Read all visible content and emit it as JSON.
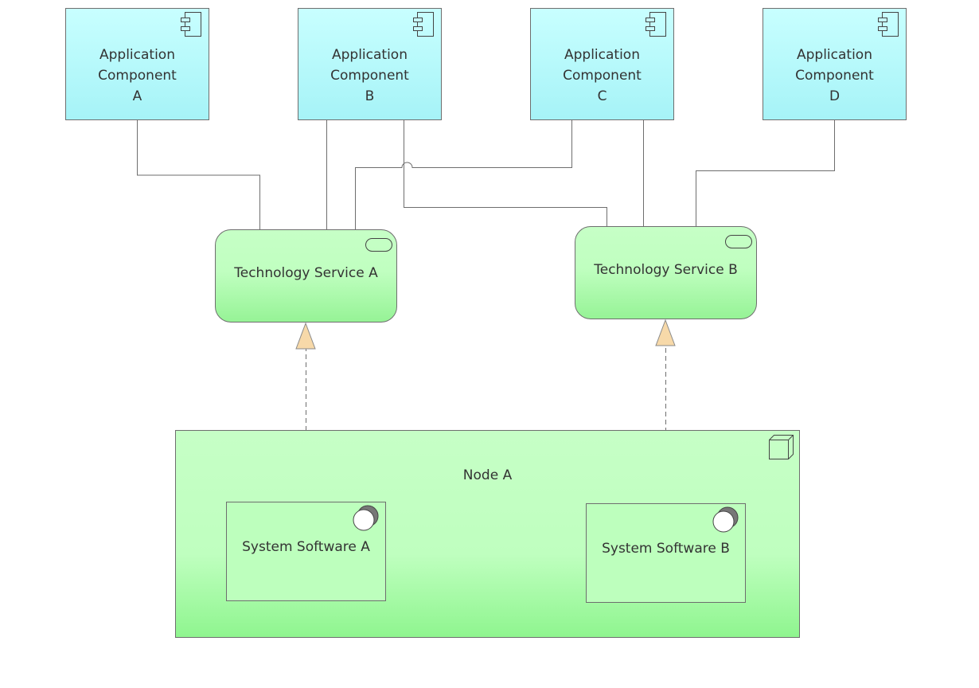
{
  "application_components": [
    {
      "line1": "Application  Component",
      "line2": "A"
    },
    {
      "line1": "Application  Component",
      "line2": "B"
    },
    {
      "line1": "Application  Component",
      "line2": "C"
    },
    {
      "line1": "Application  Component",
      "line2": "D"
    }
  ],
  "technology_services": [
    {
      "label": "Technology Service A"
    },
    {
      "label": "Technology Service B"
    }
  ],
  "node": {
    "label": "Node A"
  },
  "system_software": [
    {
      "label": "System Software A"
    },
    {
      "label": "System Software B"
    }
  ],
  "colors": {
    "application": "#b4f9fb",
    "technology": "#bfffbf",
    "node": "#bfffbf",
    "realization_arrow": "#f7d9a9",
    "line": "#6e6e6e"
  }
}
